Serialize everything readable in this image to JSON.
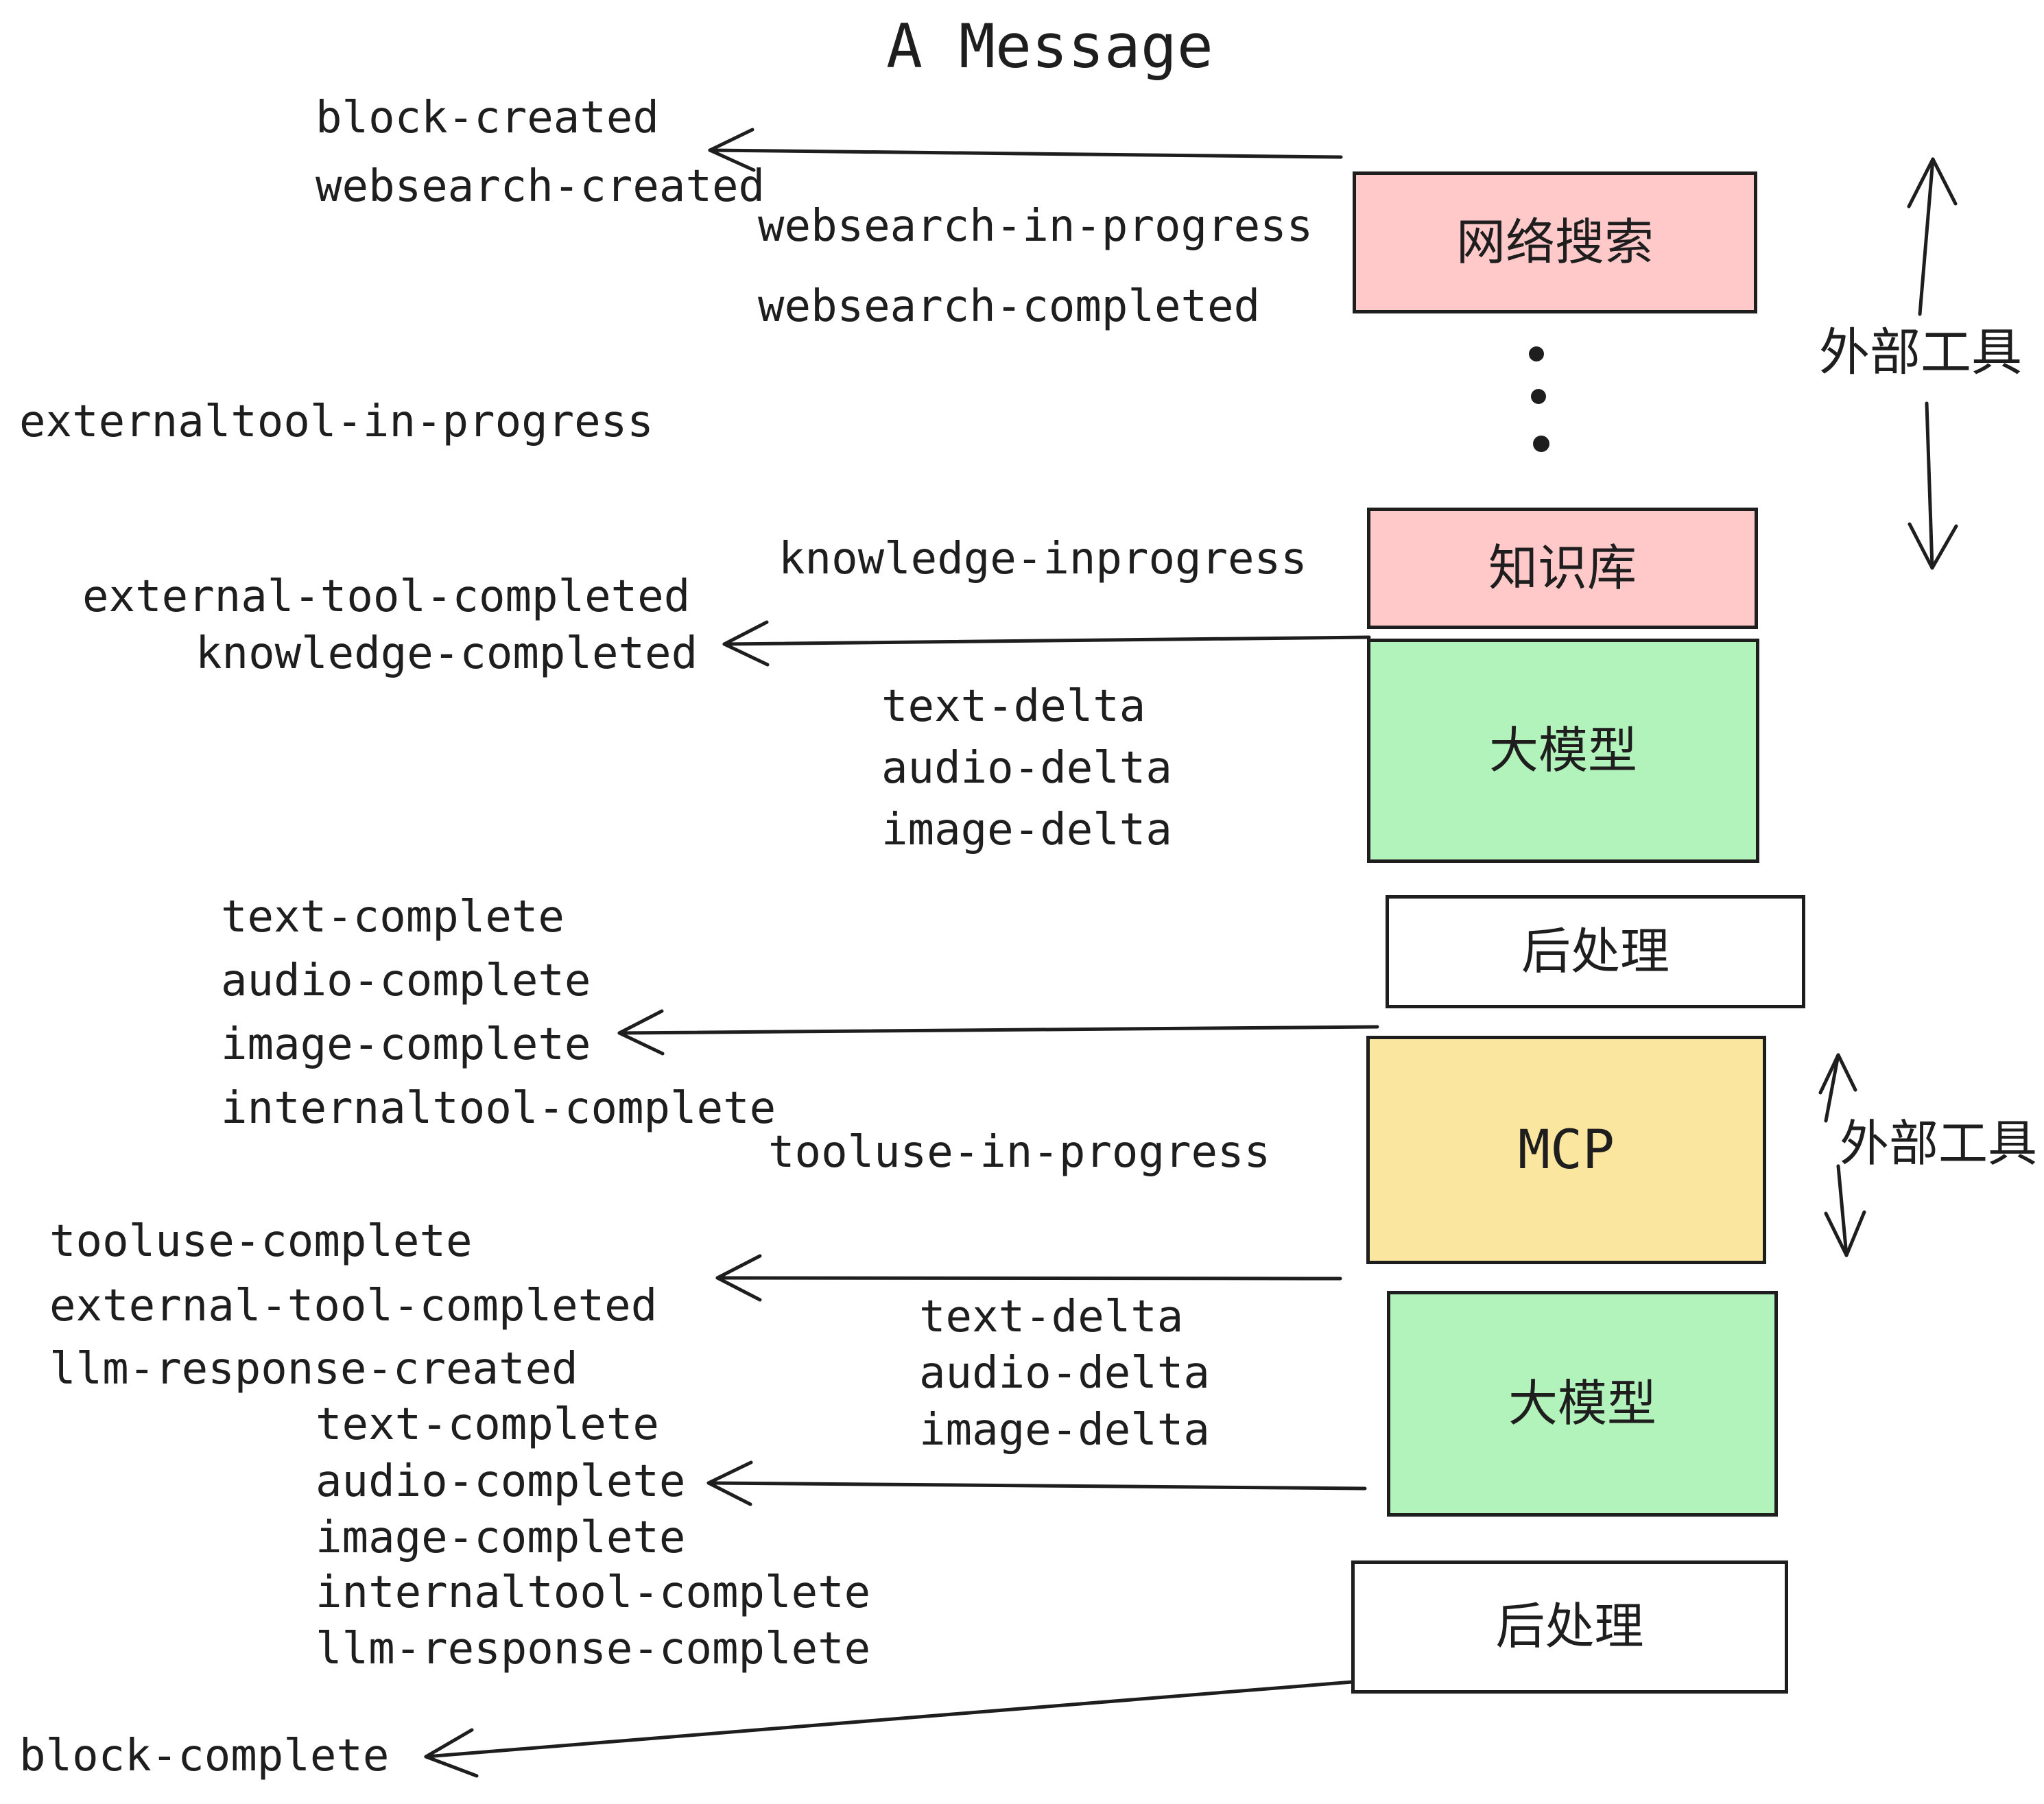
{
  "title": "A Message",
  "colors": {
    "ink": "#1e1e1e",
    "pink": "#ffc9c9",
    "green": "#b2f2bb",
    "yellow": "#fae69e",
    "white": "#ffffff"
  },
  "events": {
    "block_created": "block-created",
    "websearch_created": "websearch-created",
    "websearch_in_progress": "websearch-in-progress",
    "websearch_completed": "websearch-completed",
    "externaltool_in_progress": "externaltool-in-progress",
    "knowledge_inprogress": "knowledge-inprogress",
    "external_tool_completed_1": "external-tool-completed",
    "knowledge_completed": "knowledge-completed",
    "text_delta_1": "text-delta",
    "audio_delta_1": "audio-delta",
    "image_delta_1": "image-delta",
    "text_complete_1": "text-complete",
    "audio_complete_1": "audio-complete",
    "image_complete_1": "image-complete",
    "internaltool_complete_1": "internaltool-complete",
    "tooluse_in_progress": "tooluse-in-progress",
    "tooluse_complete": "tooluse-complete",
    "external_tool_completed_2": "external-tool-completed",
    "llm_response_created": "llm-response-created",
    "text_complete_2": "text-complete",
    "audio_complete_2": "audio-complete",
    "image_complete_2": "image-complete",
    "internaltool_complete_2": "internaltool-complete",
    "llm_response_complete": "llm-response-complete",
    "text_delta_2": "text-delta",
    "audio_delta_2": "audio-delta",
    "image_delta_2": "image-delta",
    "block_complete": "block-complete"
  },
  "boxes": {
    "websearch": {
      "label": "网络搜索"
    },
    "knowledge": {
      "label": "知识库"
    },
    "llm_1": {
      "label": "大模型"
    },
    "postprocess_1": {
      "label": "后处理"
    },
    "mcp": {
      "label": "MCP"
    },
    "llm_2": {
      "label": "大模型"
    },
    "postprocess_2": {
      "label": "后处理"
    }
  },
  "side_labels": {
    "external_tool_top": "外部工具",
    "external_tool_mid": "外部工具"
  }
}
